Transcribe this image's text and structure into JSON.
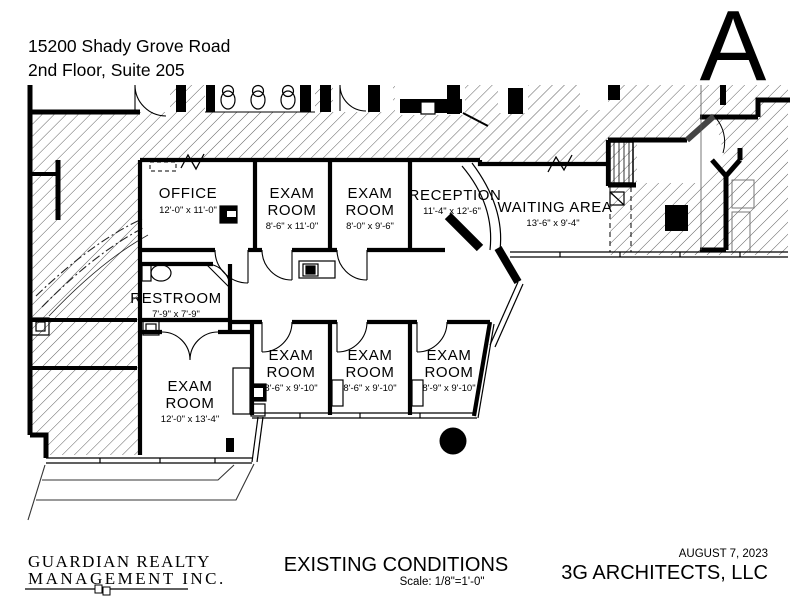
{
  "header": {
    "address_line1": "15200 Shady Grove Road",
    "address_line2": "2nd Floor, Suite 205",
    "sheet_letter": "A"
  },
  "rooms": {
    "office": {
      "name": "OFFICE",
      "dims": "12'-0\" x 11'-0\""
    },
    "exam1": {
      "name_line1": "EXAM",
      "name_line2": "ROOM",
      "dims": "8'-6\" x 11'-0\""
    },
    "exam2": {
      "name_line1": "EXAM",
      "name_line2": "ROOM",
      "dims": "8'-0\" x 9'-6\""
    },
    "reception": {
      "name": "RECEPTION",
      "dims": "11'-4\" x 12'-6\""
    },
    "waiting": {
      "name": "WAITING AREA",
      "dims": "13'-6\" x 9'-4\""
    },
    "restroom": {
      "name": "RESTROOM",
      "dims": "7'-9\" x 7'-9\""
    },
    "exam_large": {
      "name_line1": "EXAM",
      "name_line2": "ROOM",
      "dims": "12'-0\" x 13'-4\""
    },
    "exam3": {
      "name_line1": "EXAM",
      "name_line2": "ROOM",
      "dims": "8'-6\" x 9'-10\""
    },
    "exam4": {
      "name_line1": "EXAM",
      "name_line2": "ROOM",
      "dims": "8'-6\" x 9'-10\""
    },
    "exam5": {
      "name_line1": "EXAM",
      "name_line2": "ROOM",
      "dims": "8'-9\" x 9'-10\""
    }
  },
  "titleblock": {
    "company_line1": "GUARDIAN REALTY",
    "company_line2": "MANAGEMENT INC.",
    "drawing_title": "EXISTING CONDITIONS",
    "scale": "Scale: 1/8\"=1'-0\"",
    "date": "AUGUST 7, 2023",
    "firm": "3G ARCHITECTS, LLC"
  },
  "colors": {
    "ink": "#000000",
    "paper": "#ffffff"
  }
}
